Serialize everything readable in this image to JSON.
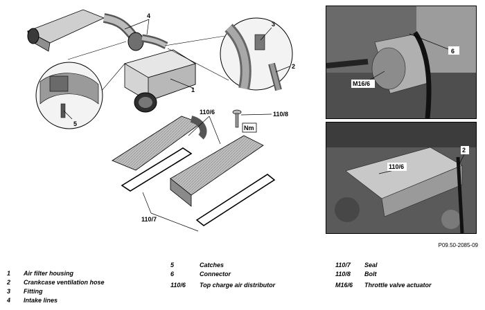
{
  "callouts": {
    "c1": "1",
    "c2": "2",
    "c3": "3",
    "c4": "4",
    "c5": "5",
    "c6": "6",
    "c110_6": "110/6",
    "c110_7": "110/7",
    "c110_8": "110/8",
    "c_m16_6": "M16/6",
    "torque": "Nm"
  },
  "figure_id": "P09.50-2085-09",
  "legend": [
    {
      "num": "1",
      "text": "Air filter housing"
    },
    {
      "num": "2",
      "text": "Crankcase ventilation hose"
    },
    {
      "num": "3",
      "text": "Fitting"
    },
    {
      "num": "4",
      "text": "Intake lines"
    },
    {
      "num": "5",
      "text": "Catches"
    },
    {
      "num": "6",
      "text": "Connector"
    },
    {
      "num": "110/6",
      "text": "Top charge air distributor"
    },
    {
      "num": "110/7",
      "text": "Seal"
    },
    {
      "num": "110/8",
      "text": "Bolt"
    },
    {
      "num": "M16/6",
      "text": "Throttle valve actuator"
    }
  ]
}
